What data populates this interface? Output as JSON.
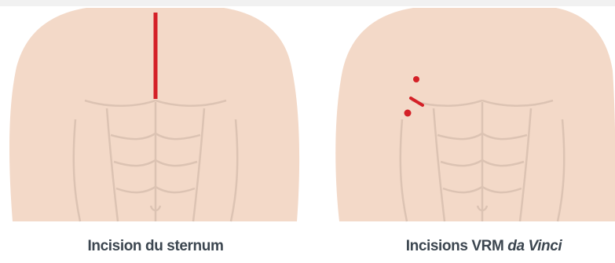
{
  "colors": {
    "skin": "#f3d9c8",
    "skin_line": "#dcc3b3",
    "incision": "#d42027",
    "caption_text": "#3c4650"
  },
  "captions": {
    "left": "Incision du sternum",
    "right_prefix": "Incisions VRM ",
    "right_italic": "da Vinci"
  }
}
